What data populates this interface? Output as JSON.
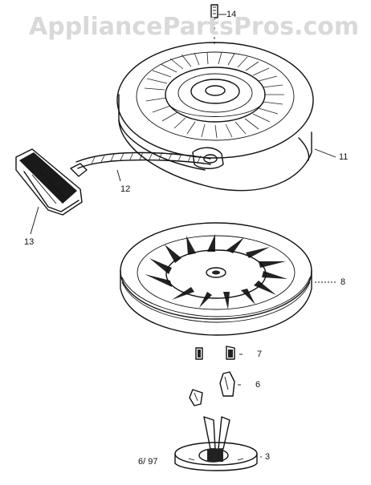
{
  "watermark": "AppliancePartsPros.com",
  "callouts": {
    "c14": "14",
    "c11": "11",
    "c12": "12",
    "c13": "13",
    "c8": "8",
    "c7": "7",
    "c6": "6",
    "c3": "3",
    "code": "6/ 97"
  },
  "colors": {
    "line": "#111111",
    "watermark": "#d9d9d9",
    "background": "#ffffff"
  }
}
